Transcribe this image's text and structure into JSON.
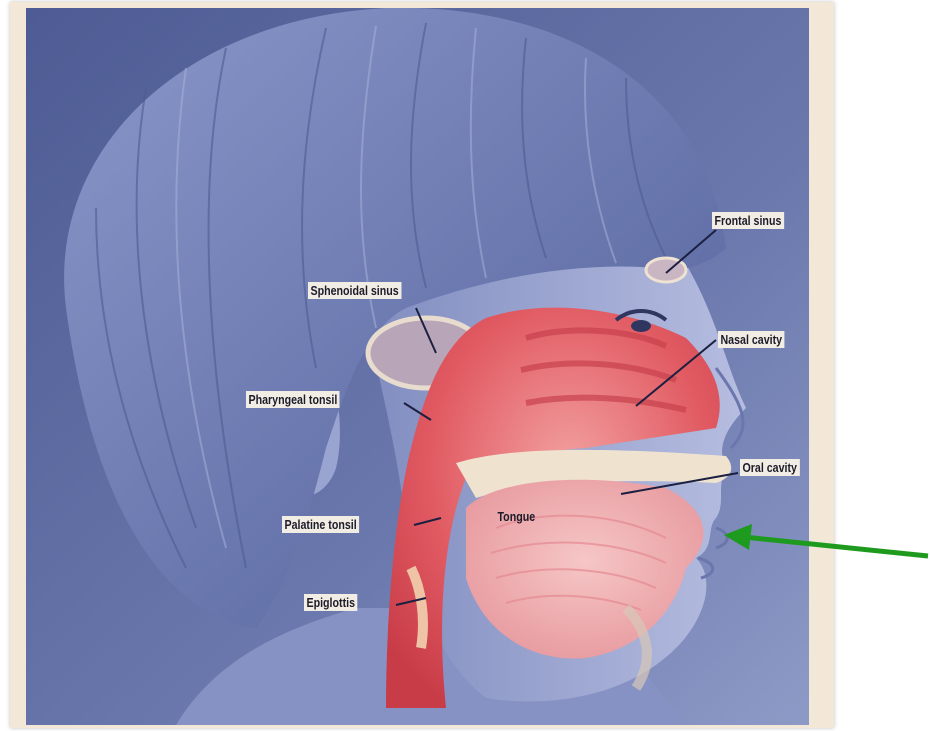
{
  "labels": {
    "frontal_sinus": "Frontal sinus",
    "sphenoidal_sinus": "Sphenoidal sinus",
    "nasal_cavity": "Nasal cavity",
    "pharyngeal_tonsil": "Pharyngeal tonsil",
    "oral_cavity": "Oral cavity",
    "palatine_tonsil": "Palatine tonsil",
    "tongue": "Tongue",
    "epiglottis": "Epiglottis"
  },
  "colors": {
    "background": "#5d6a9e",
    "hair": "#6f7db2",
    "airway": "#e0535b",
    "annotation_arrow": "#1e9a1e"
  },
  "annotation": {
    "type": "arrow",
    "points_to": "lips",
    "color": "#1e9a1e"
  }
}
